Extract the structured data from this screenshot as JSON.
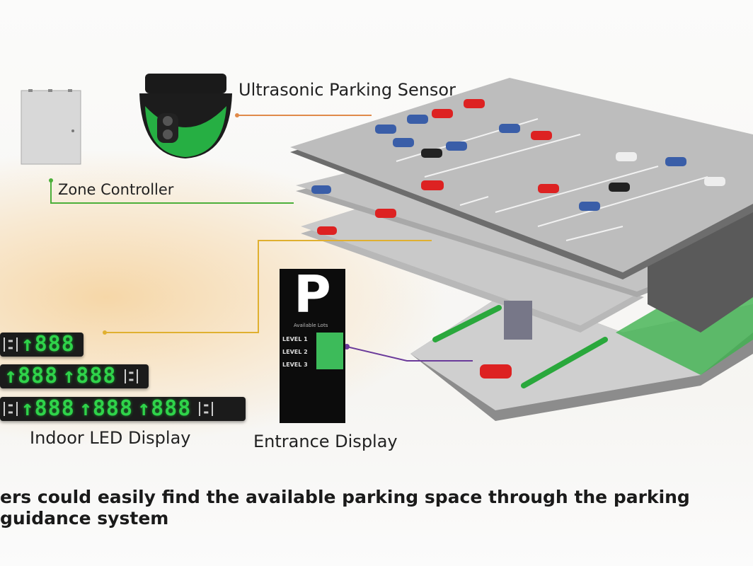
{
  "labels": {
    "sensor": "Ultrasonic Parking Sensor",
    "zone_controller": "Zone Controller",
    "indoor_led": "Indoor LED Display",
    "entrance_display": "Entrance Display"
  },
  "led_displays": [
    {
      "digits": [
        "↑888"
      ]
    },
    {
      "digits": [
        "↑888",
        "↑888"
      ]
    },
    {
      "digits": [
        "↑888",
        "↑888",
        "↑888"
      ]
    }
  ],
  "entrance_panel": {
    "letter": "P",
    "available": "Available Lots",
    "levels": [
      "LEVEL 1",
      "LEVEL 2",
      "LEVEL 3"
    ]
  },
  "caption": "ers could easily find the available parking space through the parking guidance system",
  "colors": {
    "sensor_line": "#e08a4a",
    "controller_line": "#4caf3a",
    "led_line": "#e0b030",
    "entrance_line": "#6a3a9a",
    "led_green": "#2fd34a"
  }
}
